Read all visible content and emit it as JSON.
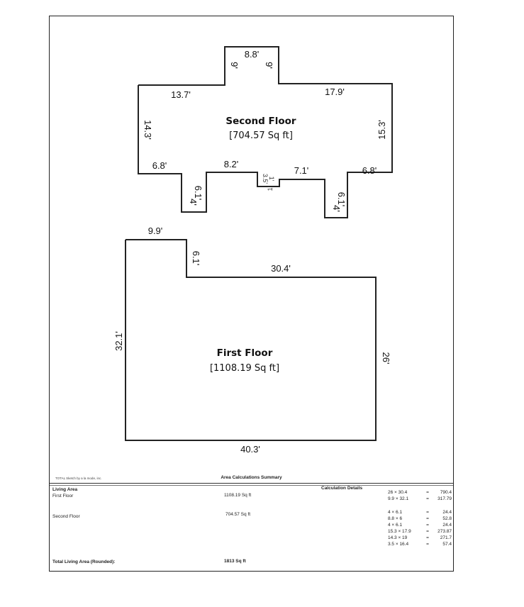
{
  "second_floor": {
    "name": "Second Floor",
    "area": "[704.57 Sq ft]",
    "dimensions": [
      "8.8'",
      "9'",
      "9'",
      "13.7'",
      "17.9'",
      "14.3'",
      "15.3'",
      "6.8'",
      "8.2'",
      "7.1'",
      "6.8'",
      "6.1'",
      "4'",
      "6.1'",
      "4'",
      "3.5'",
      "1'",
      "1'"
    ]
  },
  "first_floor": {
    "name": "First Floor",
    "area": "[1108.19 Sq ft]",
    "dimensions": [
      "9.9'",
      "6.1'",
      "30.4'",
      "32.1'",
      "26'",
      "40.3'"
    ]
  },
  "summary": {
    "credit": "TOTAL Sketch by a la mode, inc.",
    "title": "Area Calculations Summary",
    "living_area_label": "Living Area",
    "calc_details_label": "Calculation Details",
    "rows": [
      {
        "name": "First Floor",
        "area": "1108.19 Sq ft"
      },
      {
        "name": "Second Floor",
        "area": "704.57 Sq ft"
      }
    ],
    "first_floor_calcs": [
      {
        "expr": "26 × 30.4",
        "eq": "=",
        "result": "790.4"
      },
      {
        "expr": "9.9 × 32.1",
        "eq": "=",
        "result": "317.79"
      }
    ],
    "second_floor_calcs": [
      {
        "expr": "4 × 6.1",
        "eq": "=",
        "result": "24.4"
      },
      {
        "expr": "8.8 × 6",
        "eq": "=",
        "result": "52.8"
      },
      {
        "expr": "4 × 6.1",
        "eq": "=",
        "result": "24.4"
      },
      {
        "expr": "15.3 × 17.9",
        "eq": "=",
        "result": "273.87"
      },
      {
        "expr": "14.3 × 19",
        "eq": "=",
        "result": "271.7"
      },
      {
        "expr": "3.5 × 16.4",
        "eq": "=",
        "result": "57.4"
      }
    ],
    "total_label": "Total Living Area (Rounded):",
    "total_value": "1813 Sq ft"
  }
}
